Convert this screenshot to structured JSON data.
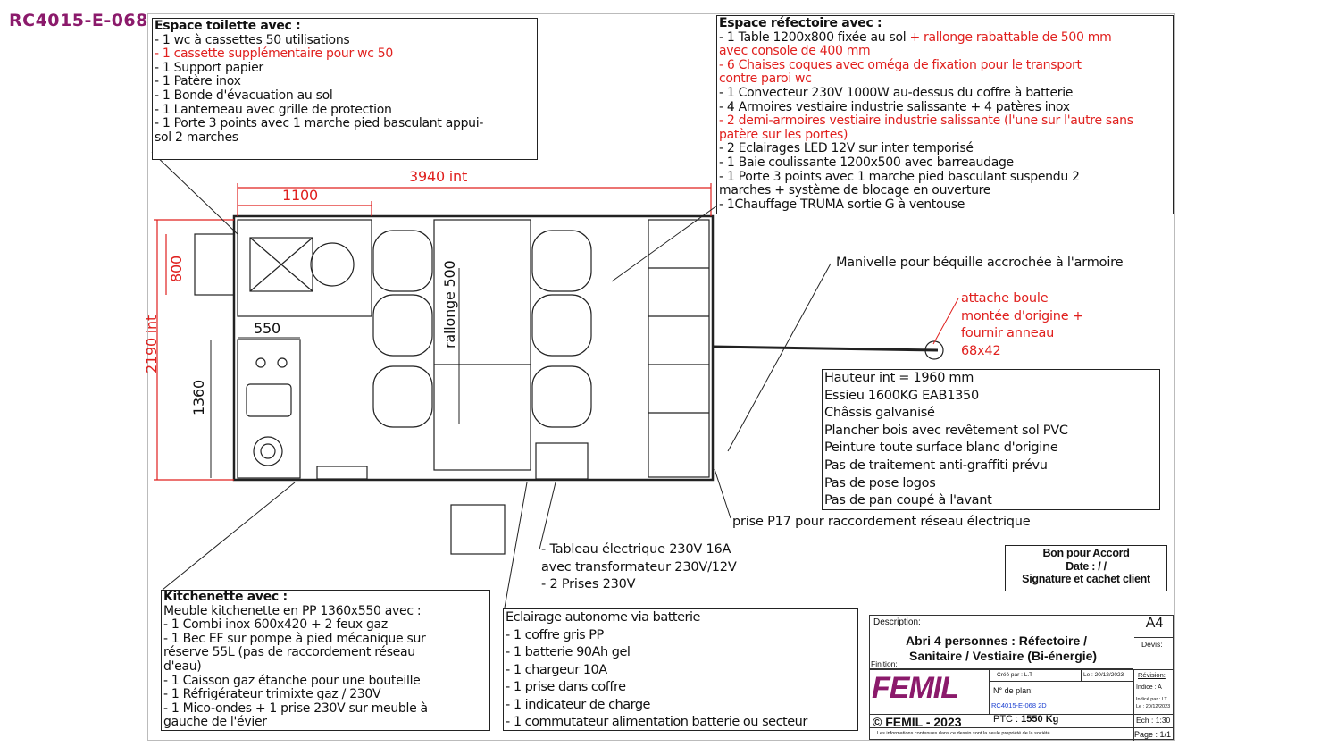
{
  "reference": "RC4015-E-068",
  "toilette": {
    "title": "Espace toilette avec :",
    "lines": [
      {
        "text": "- 1 wc à cassettes 50 utilisations",
        "red": false
      },
      {
        "text": "- 1 cassette supplémentaire pour wc 50",
        "red": true
      },
      {
        "text": "- 1 Support papier",
        "red": false
      },
      {
        "text": "- 1 Patère inox",
        "red": false
      },
      {
        "text": "- 1 Bonde d'évacuation au sol",
        "red": false
      },
      {
        "text": "- 1 Lanterneau avec grille de protection",
        "red": false
      },
      {
        "text": "- 1 Porte 3 points avec 1 marche pied basculant appui-",
        "red": false
      },
      {
        "text": "sol 2 marches",
        "red": false
      }
    ]
  },
  "refectoire": {
    "title": "Espace réfectoire avec :",
    "line1_black": "- 1 Table 1200x800 fixée au sol ",
    "line1_red": "+ rallonge rabattable de 500 mm",
    "lines": [
      {
        "text": "avec console de 400 mm",
        "red": true
      },
      {
        "text": "- 6 Chaises coques avec oméga de fixation pour le transport",
        "red": true
      },
      {
        "text": "contre paroi wc",
        "red": true
      },
      {
        "text": "- 1 Convecteur 230V 1000W au-dessus du coffre à batterie",
        "red": false
      },
      {
        "text": "- 4 Armoires vestiaire industrie salissante + 4 patères inox",
        "red": false
      },
      {
        "text": "- 2 demi-armoires vestiaire industrie salissante (l'une sur l'autre sans",
        "red": true
      },
      {
        "text": "patère sur les portes)",
        "red": true
      },
      {
        "text": "- 2 Eclairages LED 12V sur inter temporisé",
        "red": false
      },
      {
        "text": "- 1 Baie coulissante 1200x500 avec barreaudage",
        "red": false
      },
      {
        "text": "- 1 Porte 3 points avec 1 marche pied basculant suspendu 2",
        "red": false
      },
      {
        "text": "marches + système de blocage en ouverture",
        "red": false
      },
      {
        "text": "- 1Chauffage TRUMA sortie G à ventouse",
        "red": false
      }
    ]
  },
  "dimensions": {
    "length": "3940 int",
    "wc_length": "1100",
    "wc_width": "800",
    "width": "2190 int",
    "kitchen_width": "550",
    "kitchen_length": "1360",
    "rallonge": "rallonge 500"
  },
  "notes": {
    "manivelle": "Manivelle pour béquille accrochée à l'armoire",
    "attache": [
      "attache boule",
      "montée d'origine +",
      "fournir anneau",
      "68x42"
    ],
    "prise": "prise P17 pour raccordement réseau électrique",
    "tableau": [
      "- Tableau électrique 230V 16A",
      "avec transformateur 230V/12V",
      "- 2 Prises 230V"
    ]
  },
  "specs": [
    "Hauteur int = 1960 mm",
    "Essieu 1600KG EAB1350",
    "Châssis galvanisé",
    "Plancher bois avec revêtement sol PVC",
    "Peinture toute surface blanc d'origine",
    "Pas de traitement anti-graffiti prévu",
    "Pas de pose logos",
    "Pas de pan coupé à l'avant"
  ],
  "kitchenette": {
    "title": "Kitchenette avec :",
    "lines": [
      "Meuble kitchenette en  PP 1360x550 avec :",
      "- 1 Combi inox 600x420 + 2 feux gaz",
      "- 1 Bec EF sur pompe à pied mécanique sur",
      "réserve 55L (pas de raccordement réseau",
      "d'eau)",
      "- 1 Caisson gaz étanche pour une bouteille",
      "- 1 Réfrigérateur trimixte gaz / 230V",
      "- 1 Mico-ondes + 1 prise 230V sur meuble à",
      "gauche de l'évier"
    ]
  },
  "batterie": {
    "title": "Eclairage autonome via batterie",
    "lines": [
      "- 1 coffre gris PP",
      "- 1 batterie 90Ah gel",
      "- 1 chargeur 10A",
      "- 1 prise dans coffre",
      "- 1 indicateur de charge",
      "- 1 commutateur alimentation batterie ou secteur"
    ]
  },
  "accord": [
    "Bon pour Accord",
    "Date :   /   /",
    "Signature et cachet client"
  ],
  "title_block": {
    "description_label": "Description:",
    "description": [
      "Abri 4 personnes  : Réfectoire  /",
      "Sanitaire / Vestiaire (Bi-énergie)"
    ],
    "finition_label": "Finition:",
    "format": "A4",
    "devis_label": "Devis:",
    "logo": "FEMIL",
    "cree_par": "Créé par : L.T",
    "date": "Le : 20/12/2023",
    "plan_label": "N° de plan:",
    "plan_number": "RC4015-E-068 2D",
    "revision_label": "Révision:",
    "indice": "Indice : A",
    "indice_par": "Indicé par : LT",
    "indice_date": "Le : 20/12/2023",
    "copyright": "© FEMIL - 2023",
    "ptc_label": "PTC : ",
    "ptc_value": "1550 Kg",
    "echelle": "Ech : 1:30",
    "notice": "Les informations contenues dans ce dessin sont la seule propriété de la société",
    "page": "Page : 1/1"
  },
  "colors": {
    "reference": "#8b1a6b",
    "logo": "#8b1a6b",
    "red_text": "#e0201e",
    "plan_number": "#1a3fd0"
  }
}
